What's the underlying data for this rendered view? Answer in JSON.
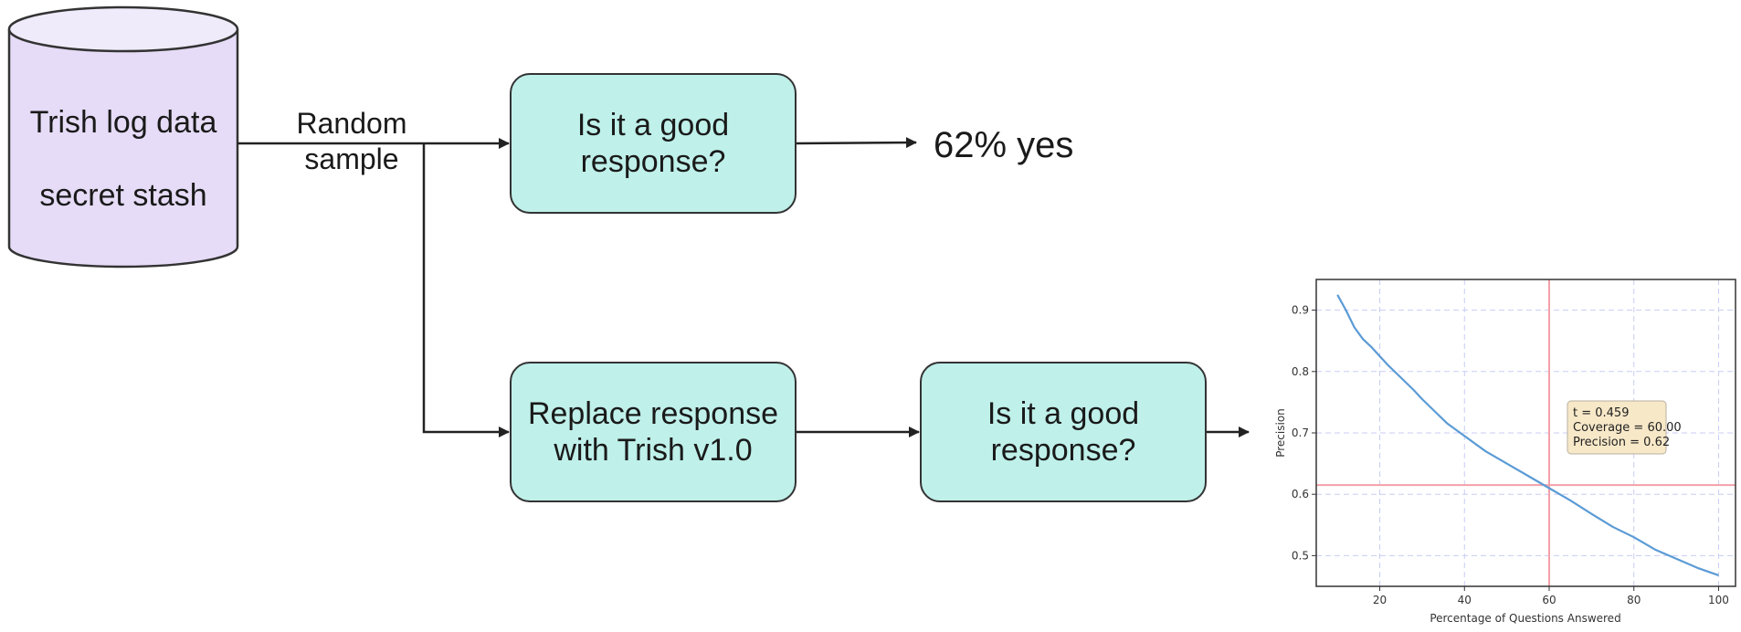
{
  "database": {
    "line1": "Trish log data",
    "line2": "secret stash"
  },
  "edge_label": {
    "line1": "Random",
    "line2": "sample"
  },
  "box_top": {
    "line1": "Is it a good",
    "line2": "response?"
  },
  "result_text": "62% yes",
  "box_replace": {
    "line1": "Replace response",
    "line2": "with Trish v1.0"
  },
  "box_bottom": {
    "line1": "Is it a good",
    "line2": "response?"
  },
  "colors": {
    "database_fill": "#e6dcf7",
    "box_fill": "#bff0ea",
    "curve": "#5b9bd5",
    "threshold_line": "#f4a0a8",
    "annotation_fill": "#f7e8c8"
  },
  "chart_data": {
    "type": "line",
    "title": "",
    "xlabel": "Percentage of Questions Answered",
    "ylabel": "Precision",
    "xlim": [
      5,
      104
    ],
    "ylim": [
      0.45,
      0.95
    ],
    "xticks": [
      20,
      40,
      60,
      80,
      100
    ],
    "yticks": [
      0.5,
      0.6,
      0.7,
      0.8,
      0.9
    ],
    "grid": true,
    "series": [
      {
        "x": [
          10,
          12,
          14,
          16,
          18,
          20,
          22,
          25,
          28,
          30,
          33,
          36,
          40,
          45,
          50,
          55,
          60,
          65,
          70,
          75,
          80,
          85,
          90,
          95,
          100
        ],
        "y": [
          0.925,
          0.9,
          0.872,
          0.853,
          0.84,
          0.825,
          0.81,
          0.79,
          0.77,
          0.755,
          0.735,
          0.715,
          0.695,
          0.67,
          0.65,
          0.63,
          0.61,
          0.59,
          0.568,
          0.547,
          0.53,
          0.51,
          0.495,
          0.48,
          0.468
        ]
      }
    ],
    "threshold": {
      "x": 60,
      "y": 0.615
    },
    "annotation": {
      "line1": "t = 0.459",
      "line2": "Coverage = 60.00",
      "line3": "Precision = 0.62"
    }
  }
}
